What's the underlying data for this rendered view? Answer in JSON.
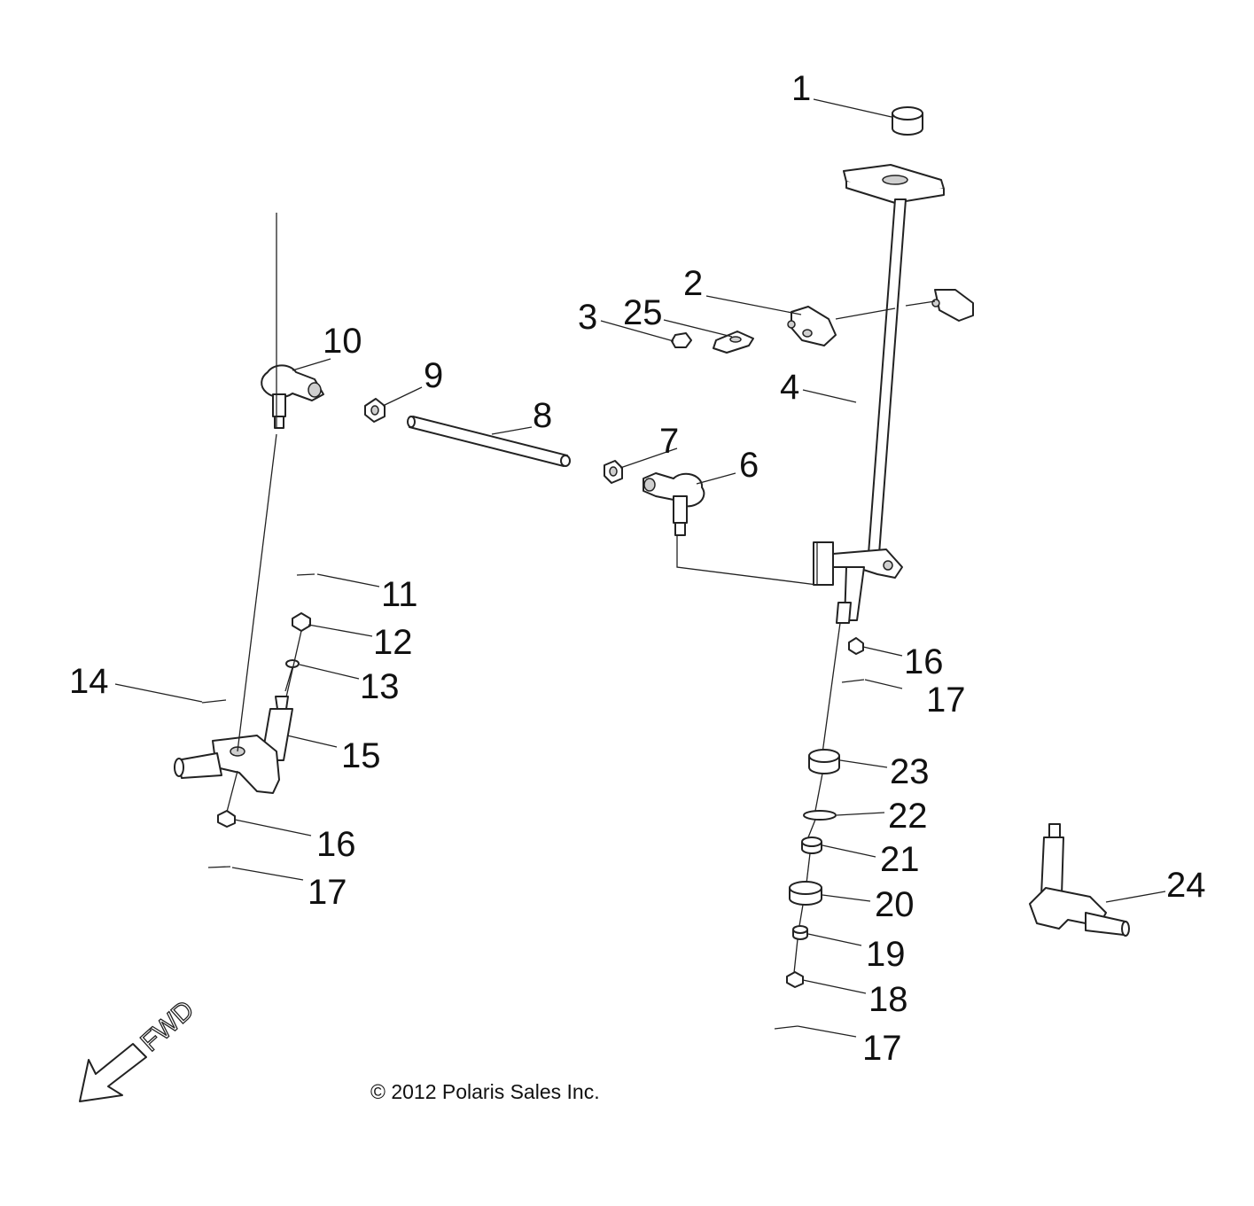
{
  "callouts": {
    "c1": "1",
    "c2": "2",
    "c3": "3",
    "c4": "4",
    "c6": "6",
    "c7": "7",
    "c8": "8",
    "c9": "9",
    "c10": "10",
    "c11": "11",
    "c12": "12",
    "c13": "13",
    "c14": "14",
    "c15": "15",
    "c16a": "16",
    "c16b": "16",
    "c17a": "17",
    "c17b": "17",
    "c17c": "17",
    "c18": "18",
    "c19": "19",
    "c20": "20",
    "c21": "21",
    "c22": "22",
    "c23": "23",
    "c24": "24",
    "c25": "25"
  },
  "direction_label": "FWD",
  "copyright": "© 2012 Polaris Sales Inc."
}
